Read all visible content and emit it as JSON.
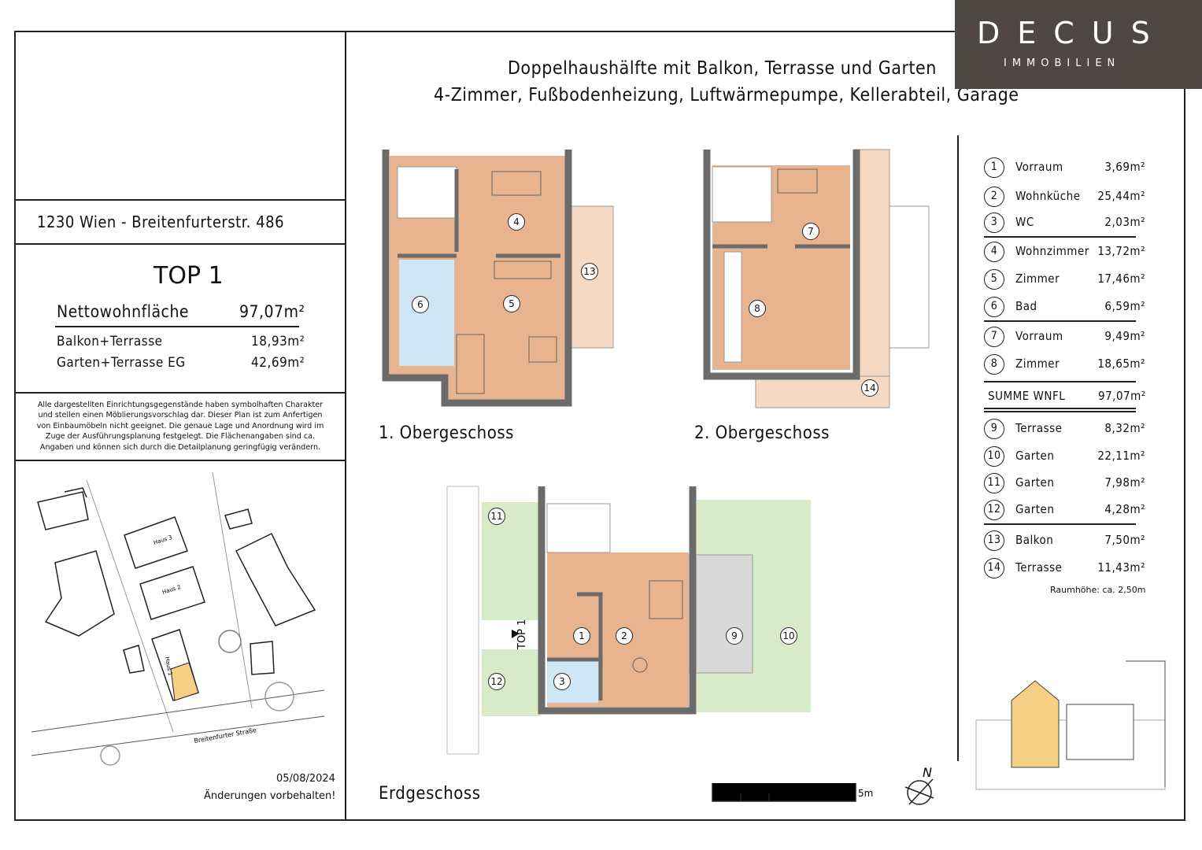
{
  "brand": {
    "name": "DECUS",
    "sub": "IMMOBILIEN",
    "color": "#4f4744"
  },
  "title": {
    "line1": "Doppelhaushälfte mit Balkon, Terrasse und Garten",
    "line2": "4-Zimmer, Fußbodenheizung, Luftwärmepumpe, Kellerabteil, Garage"
  },
  "address": "1230 Wien - Breitenfurterstr. 486",
  "unit": {
    "name": "TOP 1",
    "net_label": "Nettowohnfläche",
    "net_value": "97,07m²",
    "balcony_label": "Balkon+Terrasse",
    "balcony_value": "18,93m²",
    "garden_label": "Garten+Terrasse EG",
    "garden_value": "42,69m²"
  },
  "disclaimer": [
    "Alle dargestellten Einrichtungsgegenstände haben symbolhaften Charakter",
    "und stellen einen Möblierungsvorschlag dar. Dieser Plan ist zum Anfertigen",
    "von Einbaumöbeln nicht geeignet. Die genaue Lage und Anordnung wird im",
    "Zuge der Ausführungsplanung festgelegt. Die Flächenangaben sind ca.",
    "Angaben und können sich durch die Detailplanung geringfügig verändern."
  ],
  "site": {
    "haus3": "Haus 3",
    "haus2": "Haus 2",
    "haus1": "Haus 1",
    "street": "Breitenfurter Straße",
    "date": "05/08/2024",
    "note": "Änderungen vorbehalten!"
  },
  "floors": {
    "og1": "1. Obergeschoss",
    "og2": "2. Obergeschoss",
    "eg": "Erdgeschoss",
    "entry": "TOP 1"
  },
  "rooms": [
    {
      "no": "1",
      "name": "Vorraum",
      "area": "3,69m²"
    },
    {
      "no": "2",
      "name": "Wohnküche",
      "area": "25,44m²"
    },
    {
      "no": "3",
      "name": "WC",
      "area": "2,03m²"
    },
    {
      "no": "4",
      "name": "Wohnzimmer",
      "area": "13,72m²"
    },
    {
      "no": "5",
      "name": "Zimmer",
      "area": "17,46m²"
    },
    {
      "no": "6",
      "name": "Bad",
      "area": "6,59m²"
    },
    {
      "no": "7",
      "name": "Vorraum",
      "area": "9,49m²"
    },
    {
      "no": "8",
      "name": "Zimmer",
      "area": "18,65m²"
    },
    {
      "no": "9",
      "name": "Terrasse",
      "area": "8,32m²"
    },
    {
      "no": "10",
      "name": "Garten",
      "area": "22,11m²"
    },
    {
      "no": "11",
      "name": "Garten",
      "area": "7,98m²"
    },
    {
      "no": "12",
      "name": "Garten",
      "area": "4,28m²"
    },
    {
      "no": "13",
      "name": "Balkon",
      "area": "7,50m²"
    },
    {
      "no": "14",
      "name": "Terrasse",
      "area": "11,43m²"
    }
  ],
  "sum": {
    "label": "SUMME WNFL",
    "value": "97,07m²"
  },
  "height_note": "Raumhöhe: ca. 2,50m",
  "scale": {
    "t0": "0",
    "t1": "1",
    "t2": "2",
    "t5": "5m"
  },
  "north": "N",
  "colors": {
    "floor": "#e7b48f",
    "wall": "#6b6b6b",
    "bath": "#cfe6f5",
    "garden": "#d7ebc8",
    "terrace": "#f5d9c2",
    "paving": "#d9d9d9"
  }
}
